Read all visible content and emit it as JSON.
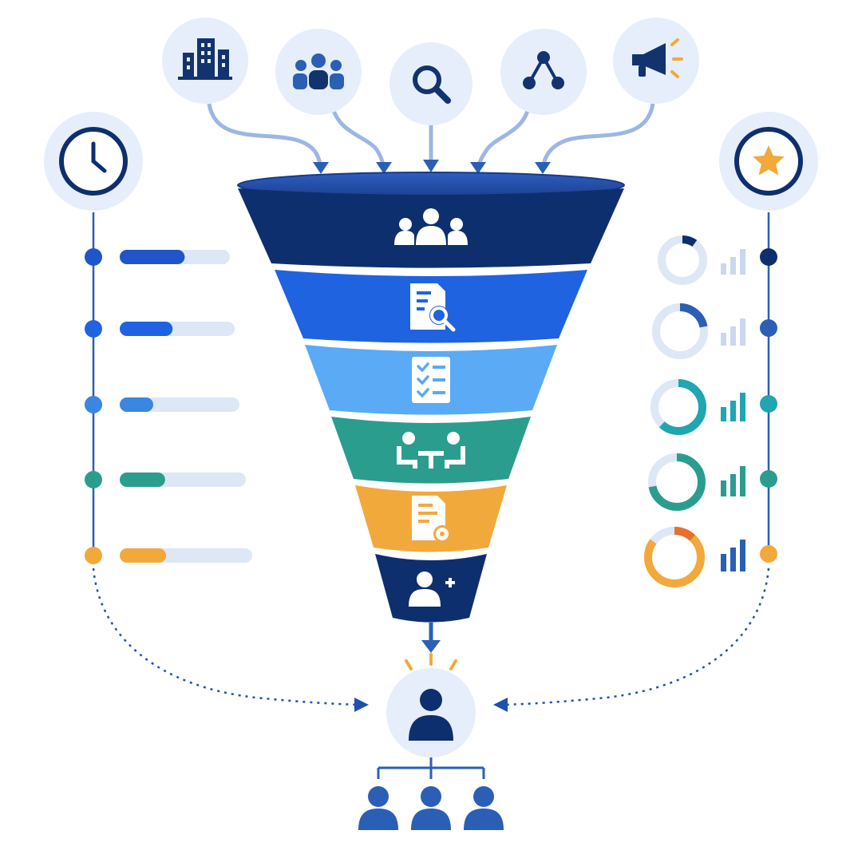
{
  "colors": {
    "navy": "#0e2f6e",
    "royal": "#1f63e0",
    "sky": "#5aaaf5",
    "teal": "#2a9d8f",
    "amber": "#f2a93b",
    "circle_bg": "#e5eefa",
    "icon_navy": "#13336e",
    "icon_blue": "#2b5fb5",
    "track": "#dde7f5",
    "star": "#f2a93b"
  },
  "sources": [
    {
      "icon": "buildings-icon"
    },
    {
      "icon": "team-icon"
    },
    {
      "icon": "search-icon"
    },
    {
      "icon": "network-icon"
    },
    {
      "icon": "megaphone-icon"
    }
  ],
  "side_icons": {
    "left": "clock-icon",
    "right": "star-badge-icon"
  },
  "stages": [
    {
      "icon": "audience-icon",
      "color": "#0e2f6e"
    },
    {
      "icon": "document-search-icon",
      "color": "#1f63e0"
    },
    {
      "icon": "checklist-icon",
      "color": "#5aaaf5"
    },
    {
      "icon": "meeting-icon",
      "color": "#2a9d8f"
    },
    {
      "icon": "contract-icon",
      "color": "#f2a93b"
    },
    {
      "icon": "add-user-icon",
      "color": "#0e2f6e"
    }
  ],
  "progress": [
    {
      "level": 0.59,
      "color": "#1f55c8"
    },
    {
      "level": 0.46,
      "color": "#1f63e0"
    },
    {
      "level": 0.28,
      "color": "#3b86e0"
    },
    {
      "level": 0.36,
      "color": "#2a9d8f"
    },
    {
      "level": 0.35,
      "color": "#f2a93b"
    }
  ],
  "donuts": [
    {
      "level": 0.1,
      "color": "#0e2f6e"
    },
    {
      "level": 0.22,
      "color": "#2b5fb5"
    },
    {
      "level": 0.62,
      "color": "#1fa6b0"
    },
    {
      "level": 0.72,
      "color": "#2a9d8f"
    },
    {
      "level": 0.85,
      "color": "#f2a93b",
      "accent": "#e8702a"
    }
  ],
  "outcome": {
    "hire_icon": "hired-candidate-icon",
    "team_icon": "org-team-icon"
  }
}
